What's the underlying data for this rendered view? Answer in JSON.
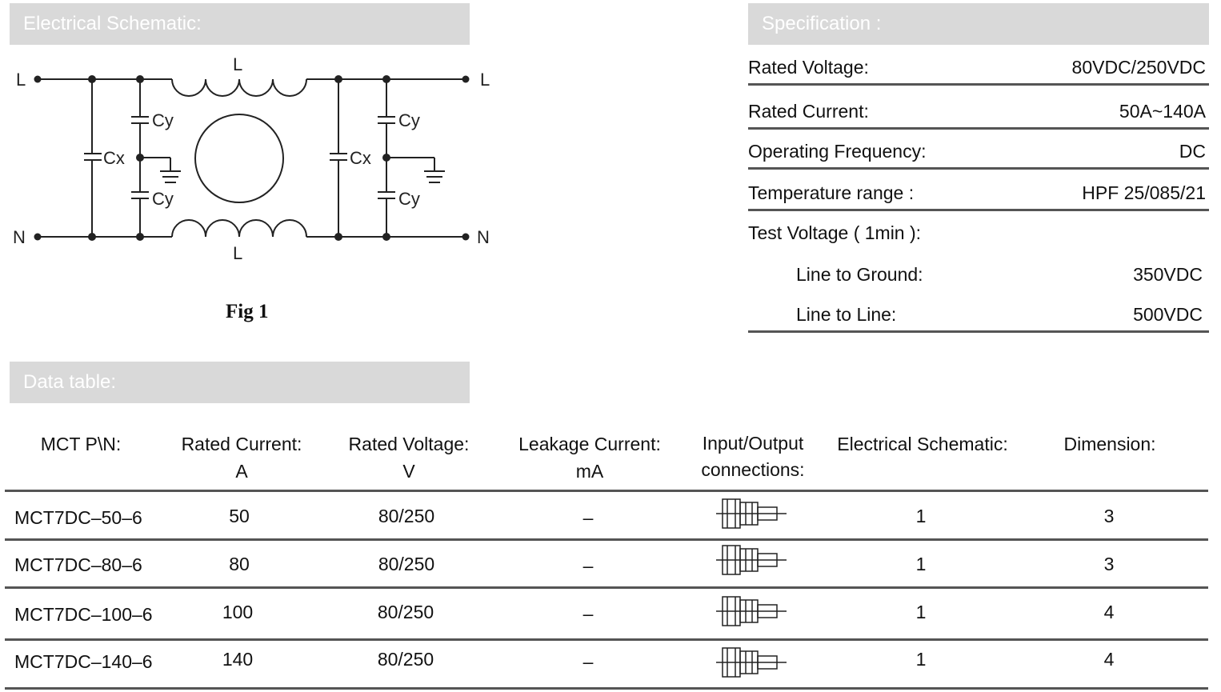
{
  "sections": {
    "schematic_title": "Electrical Schematic:",
    "spec_title": "Specification :",
    "table_title": "Data table:"
  },
  "schematic": {
    "labels": {
      "L_left": "L",
      "L_right": "L",
      "N_left": "N",
      "N_right": "N",
      "L_top": "L",
      "L_bottom": "L",
      "cx_left": "Cx",
      "cx_right": "Cx",
      "cy_left_top": "Cy",
      "cy_left_bottom": "Cy",
      "cy_right_top": "Cy",
      "cy_right_bottom": "Cy"
    },
    "figure_caption": "Fig 1"
  },
  "specification": [
    {
      "label": "Rated Voltage:",
      "value": "80VDC/250VDC"
    },
    {
      "label": "Rated Current:",
      "value": "50A~140A"
    },
    {
      "label": "Operating Frequency:",
      "value": "DC"
    },
    {
      "label": "Temperature range :",
      "value": "HPF 25/085/21"
    },
    {
      "label": "Test Voltage ( 1min ):",
      "value": ""
    },
    {
      "label": "Line to Ground:",
      "value": "350VDC"
    },
    {
      "label": "Line to Line:",
      "value": "500VDC"
    }
  ],
  "table": {
    "headers": [
      {
        "line1": "MCT P\\N:",
        "line2": ""
      },
      {
        "line1": "Rated Current:",
        "line2": "A"
      },
      {
        "line1": "Rated Voltage:",
        "line2": "V"
      },
      {
        "line1": "Leakage  Current:",
        "line2": "mA"
      },
      {
        "line1": "Input/Output",
        "line2": "connections:"
      },
      {
        "line1": "Electrical Schematic:",
        "line2": ""
      },
      {
        "line1": "Dimension:",
        "line2": ""
      }
    ],
    "rows": [
      {
        "pn": "MCT7DC–50–6",
        "current": "50",
        "voltage": "80/250",
        "leakage": "–",
        "connection_icon": "terminal-bolt-icon",
        "schematic": "1",
        "dimension": "3"
      },
      {
        "pn": "MCT7DC–80–6",
        "current": "80",
        "voltage": "80/250",
        "leakage": "–",
        "connection_icon": "terminal-bolt-icon",
        "schematic": "1",
        "dimension": "3"
      },
      {
        "pn": "MCT7DC–100–6",
        "current": "100",
        "voltage": "80/250",
        "leakage": "–",
        "connection_icon": "terminal-bolt-icon",
        "schematic": "1",
        "dimension": "4"
      },
      {
        "pn": "MCT7DC–140–6",
        "current": "140",
        "voltage": "80/250",
        "leakage": "–",
        "connection_icon": "terminal-bolt-icon",
        "schematic": "1",
        "dimension": "4"
      }
    ]
  },
  "colors": {
    "band": "#d9d9d9",
    "band_text": "#ffffff",
    "rule": "#555555"
  }
}
